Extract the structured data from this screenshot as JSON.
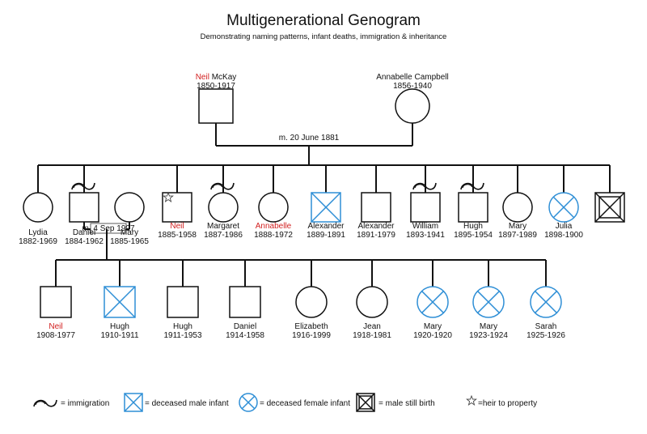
{
  "title": "Multigenerational Genogram",
  "subtitle": "Demonstrating naming patterns, infant deaths, immigration & inheritance",
  "colors": {
    "line": "#111111",
    "deceased_infant": "#2f8fd6",
    "highlight_name": "#d21f1f",
    "background": "#ffffff"
  },
  "parents": {
    "father": {
      "first": "Neil",
      "rest": " McKay",
      "years": "1850-1917",
      "first_highlight": true
    },
    "mother": {
      "name": "Annabelle Campbell",
      "years": "1856-1940"
    },
    "marriage": "m.  20 June 1881"
  },
  "children": [
    {
      "id": "lydia",
      "sex": "F",
      "status": "normal",
      "name": "Lydia",
      "years": "1882-1969"
    },
    {
      "id": "daniel",
      "sex": "M",
      "status": "normal",
      "immigration": true,
      "name": "Daniel",
      "years": "1884-1962"
    },
    {
      "id": "mary-spouse",
      "sex": "F",
      "status": "normal",
      "name": "Mary",
      "years": "1885-1965",
      "spouse": true
    },
    {
      "id": "neil",
      "sex": "M",
      "status": "normal",
      "heir": true,
      "name": "Neil",
      "years": "1885-1958",
      "highlight": true
    },
    {
      "id": "margaret",
      "sex": "F",
      "status": "normal",
      "immigration": true,
      "name": "Margaret",
      "years": "1887-1986"
    },
    {
      "id": "annabelle",
      "sex": "F",
      "status": "normal",
      "name": "Annabelle",
      "years": "1888-1972",
      "highlight": true
    },
    {
      "id": "alexander-1",
      "sex": "M",
      "status": "infant",
      "name": "Alexander",
      "years": "1889-1891"
    },
    {
      "id": "alexander-2",
      "sex": "M",
      "status": "normal",
      "name": "Alexander",
      "years": "1891-1979"
    },
    {
      "id": "william",
      "sex": "M",
      "status": "normal",
      "immigration": true,
      "name": "William",
      "years": "1893-1941"
    },
    {
      "id": "hugh",
      "sex": "M",
      "status": "normal",
      "immigration": true,
      "name": "Hugh",
      "years": "1895-1954"
    },
    {
      "id": "mary",
      "sex": "F",
      "status": "normal",
      "name": "Mary",
      "years": "1897-1989"
    },
    {
      "id": "julia",
      "sex": "F",
      "status": "infant",
      "name": "Julia",
      "years": "1898-1900"
    },
    {
      "id": "stillbirth",
      "sex": "M",
      "status": "stillbirth",
      "name": "",
      "years": ""
    }
  ],
  "daniel_marriage": "m. 4 Sep 1907",
  "grandchildren": [
    {
      "id": "g-neil",
      "sex": "M",
      "status": "normal",
      "name": "Neil",
      "years": "1908-1977",
      "highlight": true
    },
    {
      "id": "g-hugh-1",
      "sex": "M",
      "status": "infant",
      "name": "Hugh",
      "years": "1910-1911"
    },
    {
      "id": "g-hugh-2",
      "sex": "M",
      "status": "normal",
      "name": "Hugh",
      "years": "1911-1953"
    },
    {
      "id": "g-daniel",
      "sex": "M",
      "status": "normal",
      "name": "Daniel",
      "years": "1914-1958"
    },
    {
      "id": "g-elizabeth",
      "sex": "F",
      "status": "normal",
      "name": "Elizabeth",
      "years": "1916-1999"
    },
    {
      "id": "g-jean",
      "sex": "F",
      "status": "normal",
      "name": "Jean",
      "years": "1918-1981"
    },
    {
      "id": "g-mary-1",
      "sex": "F",
      "status": "infant",
      "name": "Mary",
      "years": "1920-1920"
    },
    {
      "id": "g-mary-2",
      "sex": "F",
      "status": "infant",
      "name": "Mary",
      "years": "1923-1924"
    },
    {
      "id": "g-sarah",
      "sex": "F",
      "status": "infant",
      "name": "Sarah",
      "years": "1925-1926"
    }
  ],
  "legend": [
    {
      "id": "immigration",
      "symbol": "immigration",
      "label": "= immigration"
    },
    {
      "id": "deceased-male-infant",
      "symbol": "male-infant",
      "label": "= deceased male infant"
    },
    {
      "id": "deceased-female-infant",
      "symbol": "female-infant",
      "label": "= deceased female infant"
    },
    {
      "id": "male-still-birth",
      "symbol": "stillbirth",
      "label": "= male still birth"
    },
    {
      "id": "heir",
      "symbol": "star",
      "label": "=heir to property"
    }
  ]
}
